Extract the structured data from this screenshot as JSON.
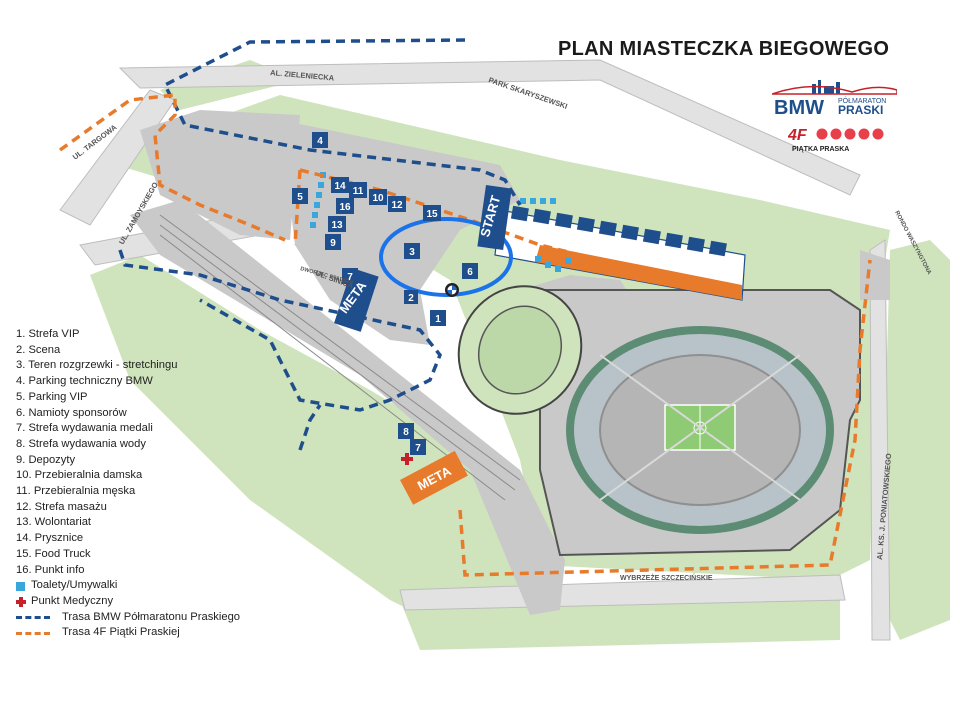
{
  "title": "PLAN MIASTECZKA BIEGOWEGO",
  "logos": {
    "bmw_main": "BMW",
    "bmw_small_top": "PÓŁMARATON",
    "bmw_small_bottom": "PRASKI",
    "fourf": "4F",
    "piatka": "PIĄTKA PRASKA"
  },
  "streets": {
    "zieleniecka": "AL. ZIELENIECKA",
    "park": "PARK SKARYSZEWSKI",
    "targowa": "UL. TARGOWA",
    "zamoyskiego": "UL. ZAMOYSKIEGO",
    "sinica": "UL. SINICA",
    "dworzec": "DWORZEC STADION",
    "waszyngtona": "RONDO WASZYNGTONA",
    "poniatowskiego": "AL. KS. J. PONIATOWSKIEGO",
    "wybrzeze": "WYBRZEŻE SZCZECIŃSKIE"
  },
  "signs": {
    "start": "START",
    "meta": "META"
  },
  "zone_numbers": [
    "1",
    "2",
    "3",
    "4",
    "5",
    "6",
    "7",
    "8",
    "9",
    "10",
    "11",
    "12",
    "13",
    "14",
    "15",
    "16"
  ],
  "legend": [
    "1. Strefa VIP",
    "2. Scena",
    "3. Teren rozgrzewki - stretchingu",
    "4. Parking techniczny BMW",
    "5. Parking VIP",
    "6. Namioty sponsorów",
    "7. Strefa wydawania medali",
    "8. Strefa wydawania wody",
    "9. Depozyty",
    "10. Przebieralnia damska",
    "11. Przebieralnia męska",
    "12. Strefa masażu",
    "13. Wolontariat",
    "14. Prysznice",
    "15. Food Truck",
    "16. Punkt info"
  ],
  "legend_symbols": {
    "toilets": "Toalety/Umywalki",
    "medical": "Punkt Medyczny",
    "route_bmw": "Trasa BMW Półmaratonu Praskiego",
    "route_4f": "Trasa 4F Piątki Praskiej"
  },
  "colors": {
    "route_blue": "#1f4e8c",
    "route_orange": "#e87a2c",
    "green": "#cfe4bc",
    "grey": "#c9c9c9",
    "toilets": "#3aa7dc",
    "highlight": "#1a73e8"
  }
}
